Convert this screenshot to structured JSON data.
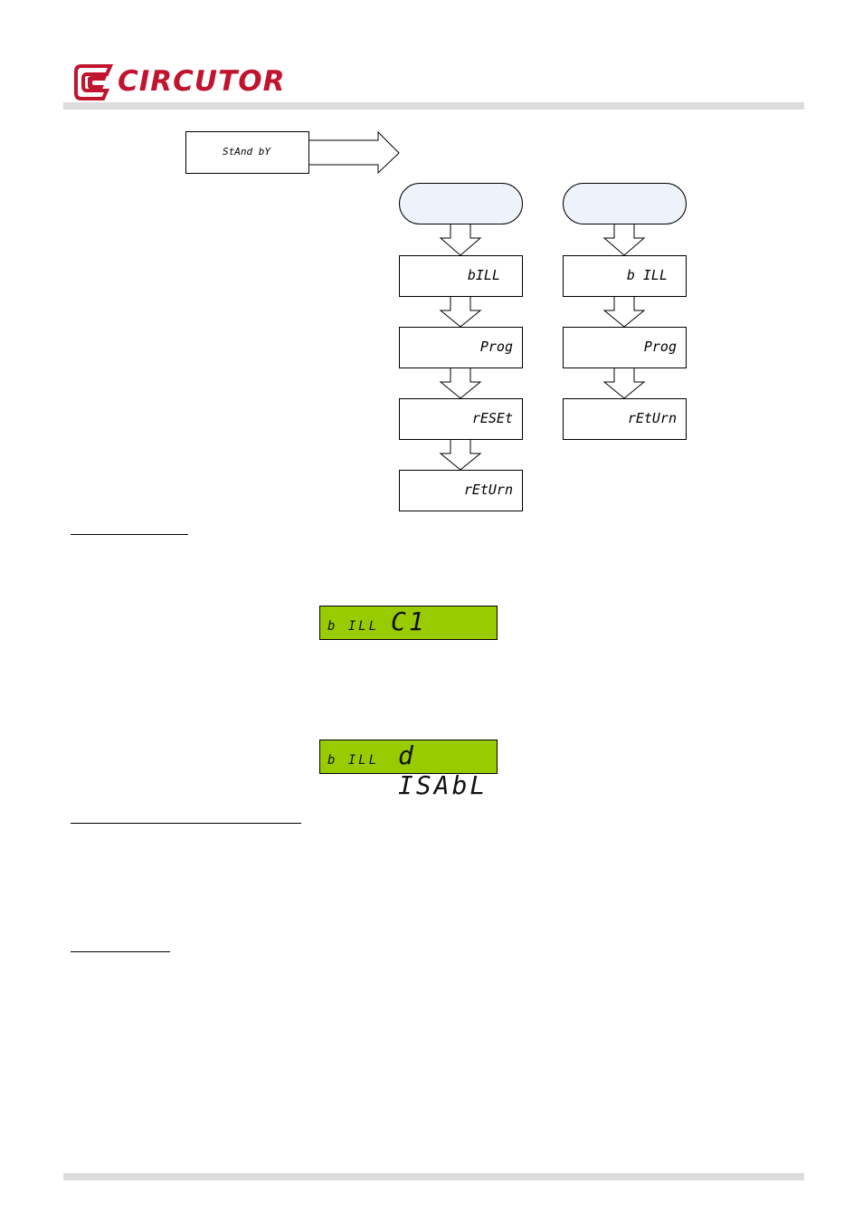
{
  "brand": {
    "name": "CIRCUTOR",
    "color": "#c0142f"
  },
  "diagram": {
    "standby_label": "StAnd bY",
    "column_left": [
      "bILL",
      "Prog",
      "rESEt",
      "rEtUrn"
    ],
    "column_right": [
      "b ILL",
      "Prog",
      "rEtUrn"
    ]
  },
  "lcd_displays": [
    {
      "small": "b ILL",
      "big": "C1"
    },
    {
      "small": "b ILL",
      "big": "d ISAbL"
    }
  ],
  "colors": {
    "lcd": "#99cc00",
    "pill": "#eef3fb",
    "rule": "#dcdcdc"
  }
}
